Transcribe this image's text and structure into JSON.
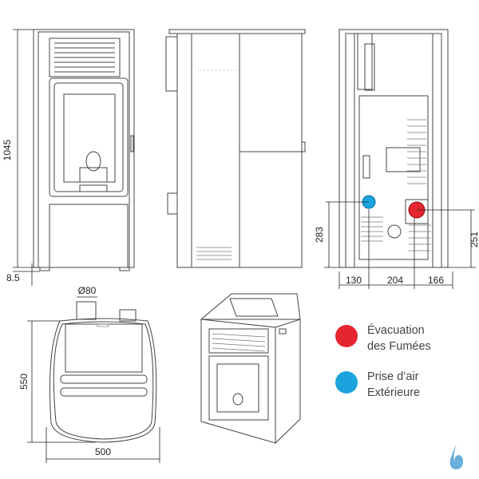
{
  "dimensions": {
    "height": "1045",
    "feet": "8.5",
    "flue_diameter": "Ø80",
    "depth": "550",
    "width": "500",
    "air_inlet_height": "283",
    "exhaust_height": "251",
    "left_offset": "130",
    "between_outlets": "204",
    "right_offset": "166"
  },
  "legend": {
    "exhaust": {
      "line1": "Évacuation",
      "line2": "des Fumées",
      "color": "#e5252f"
    },
    "air_inlet": {
      "line1": "Prise d’air",
      "line2": "Extérieure",
      "color": "#1ba3dd"
    }
  },
  "colors": {
    "logo": "#6aaedc"
  }
}
